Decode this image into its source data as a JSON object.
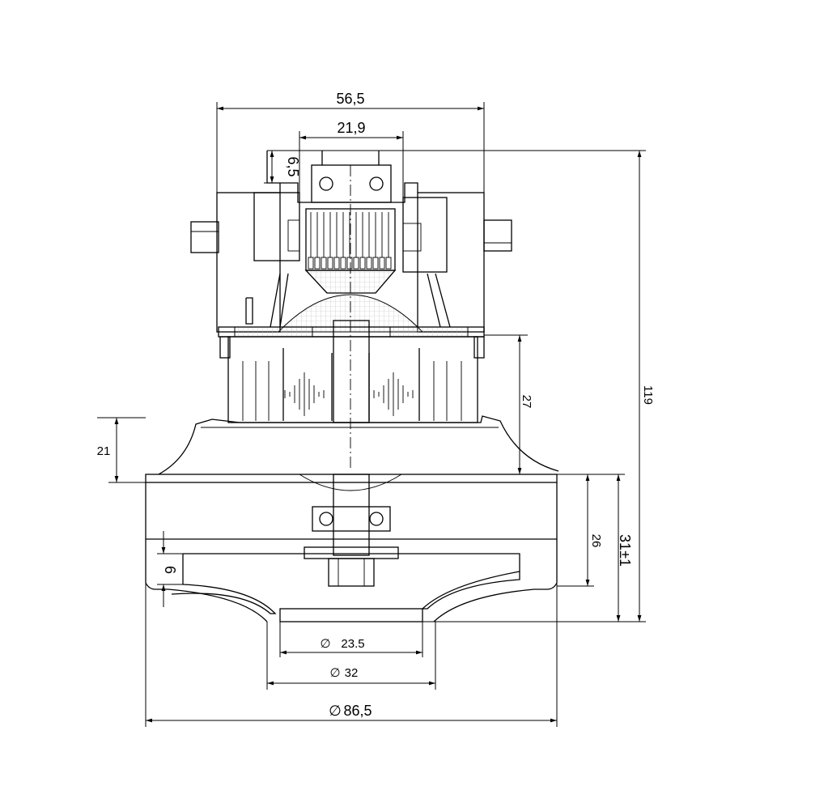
{
  "drawing": {
    "dimensions": {
      "top_width": "56,5",
      "inner_width": "21,9",
      "small_height": "6,5",
      "total_height": "119",
      "motor_height": "27",
      "shroud_height": "21",
      "fan_height": "26",
      "fan_total": "31±1",
      "gap": "6",
      "inlet_inner": "23.5",
      "inlet_outer": "32",
      "outer_diameter": "86,5"
    },
    "diameter_symbol": "∅"
  }
}
